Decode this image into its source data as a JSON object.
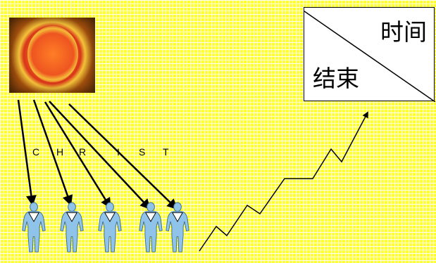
{
  "legend": {
    "top_label": "时间",
    "bottom_label": "结束"
  },
  "letters": [
    "C",
    "H",
    "R",
    "I",
    "S",
    "T"
  ],
  "figures": 5
}
